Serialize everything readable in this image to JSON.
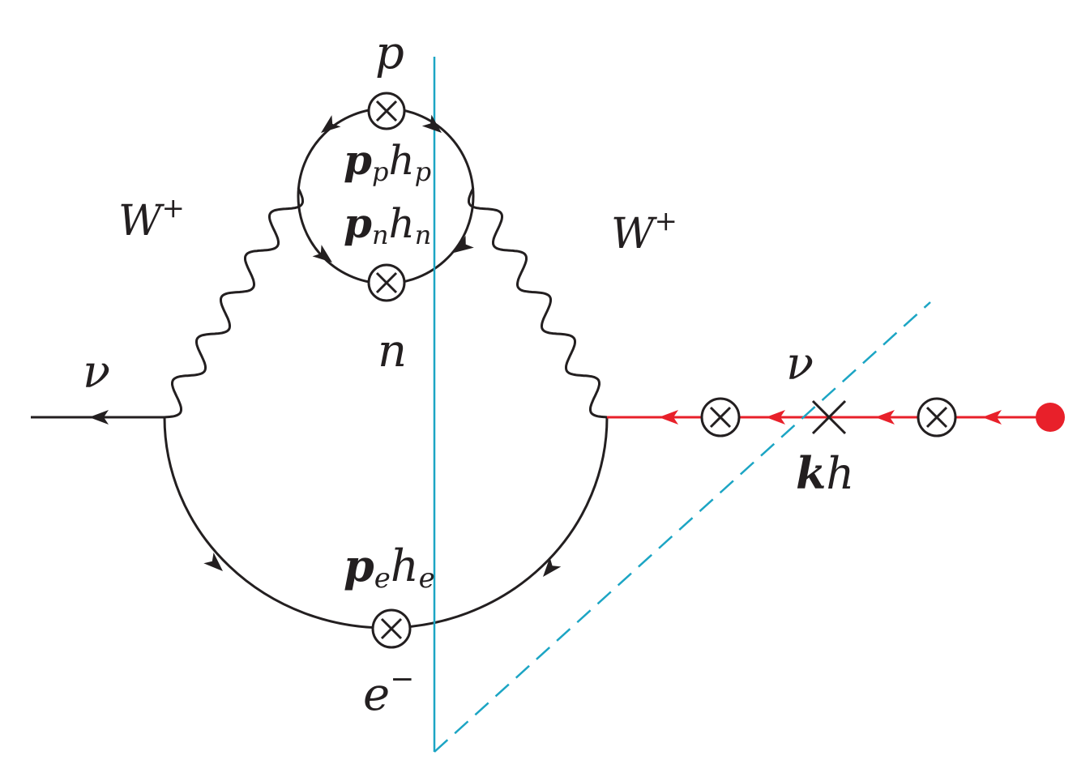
{
  "colors": {
    "ink": "#231f20",
    "red": "#e8202a",
    "cyan": "#1ca5c4"
  },
  "labels": {
    "p": "p",
    "n": "n",
    "w_left_main": "W",
    "w_left_sup": "+",
    "w_right_main": "W",
    "w_right_sup": "+",
    "nu_left": "ν",
    "nu_right": "ν",
    "pp_bold": "p",
    "pp_sub": "p",
    "pp_h": "h",
    "pp_hsub": "p",
    "pn_bold": "p",
    "pn_sub": "n",
    "pn_h": "h",
    "pn_hsub": "n",
    "pe_bold": "p",
    "pe_sub": "e",
    "pe_h": "h",
    "pe_hsub": "e",
    "k_bold": "k",
    "k_h": "h",
    "e_main": "e",
    "e_sup": "−"
  },
  "icons": {
    "vertex": "circled-times-icon",
    "insertion": "cross-mark-icon",
    "source": "filled-dot-icon",
    "propagator_arrow": "arrowhead-icon"
  }
}
